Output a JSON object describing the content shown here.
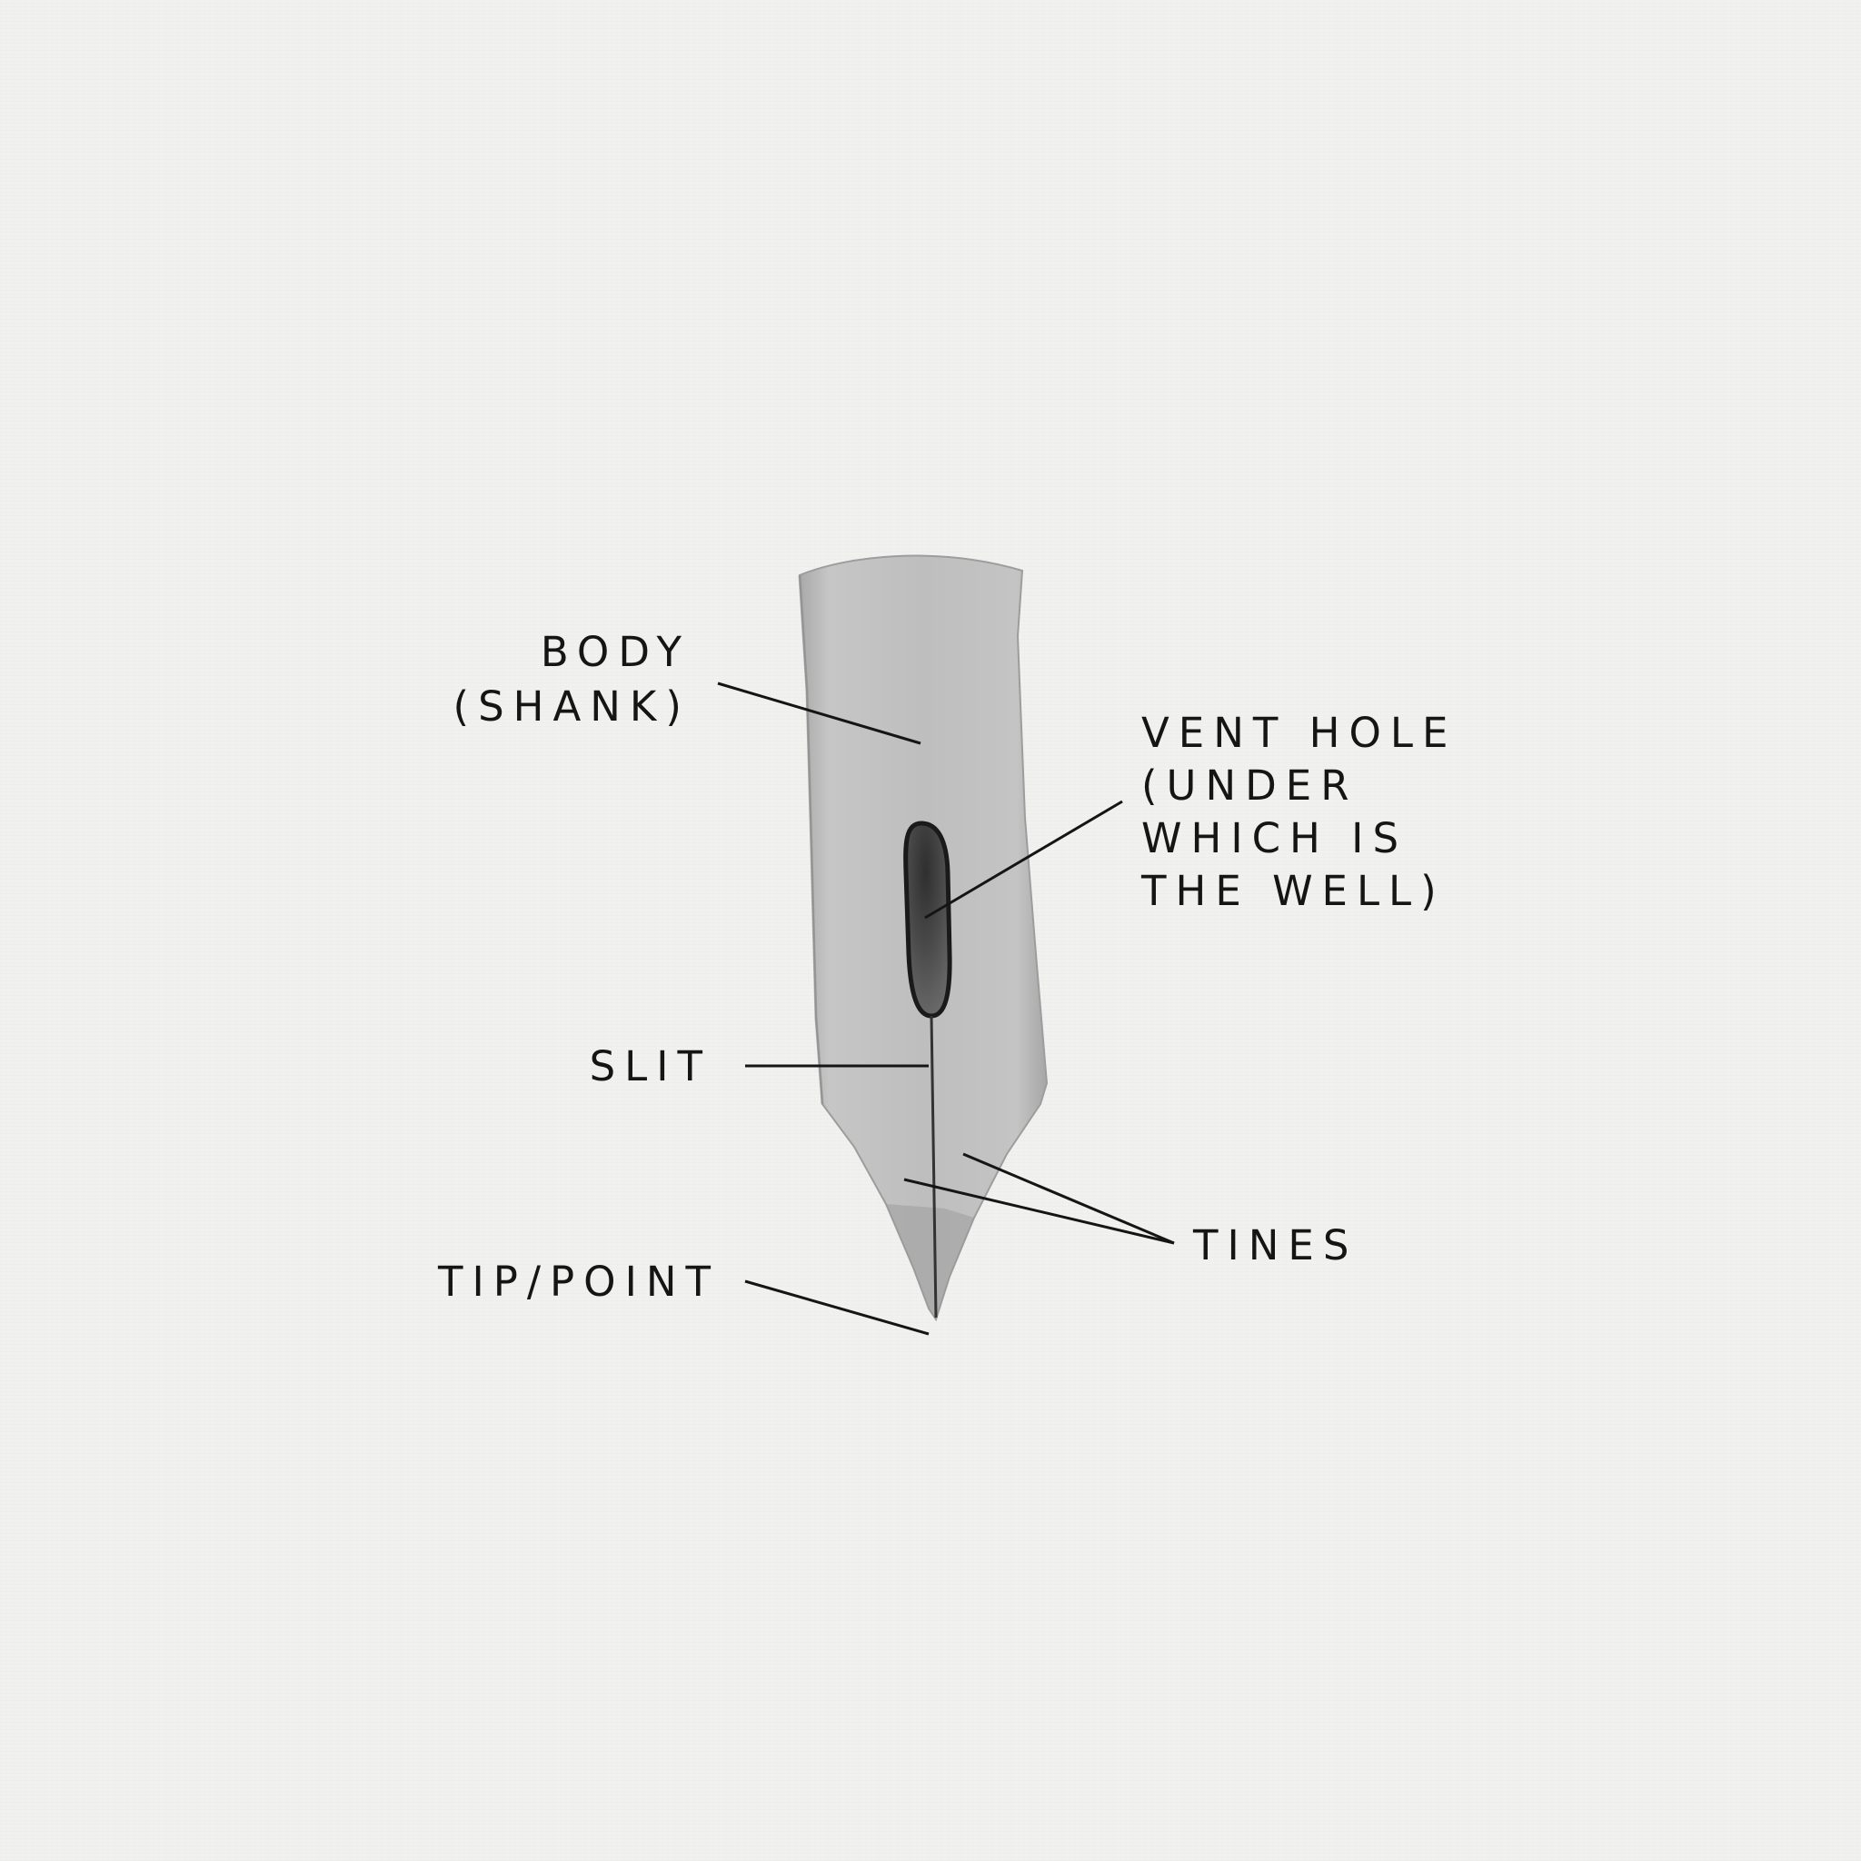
{
  "labels": {
    "body_line1": "BODY",
    "body_line2": "(SHANK)",
    "vent_line1": "VENT HOLE",
    "vent_line2": "(UNDER",
    "vent_line3": "WHICH IS",
    "vent_line4": "THE WELL)",
    "slit": "SLIT",
    "tines": "TINES",
    "tip": "TIP/POINT"
  },
  "colors": {
    "background": "#f1f1f0",
    "nib_fill": "#bdbdbd",
    "vent_hole": "#555555",
    "ink": "#151515"
  }
}
